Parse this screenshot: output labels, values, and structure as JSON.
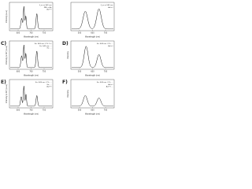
{
  "panels": [
    {
      "id": "A",
      "panel_label": "",
      "xlabel": "Wavelength (nm)",
      "ylabel": "Intensity (a.u.)",
      "xticks": [
        "600",
        "700",
        "750"
      ],
      "legend": [
        "λ_ex = 543 nm",
        "PBS + Au",
        "Au(+)"
      ],
      "xlim": [
        540,
        760
      ],
      "peaks": [
        {
          "center": 600,
          "height": 0.45,
          "width": 4
        },
        {
          "center": 612,
          "height": 0.95,
          "width": 3
        },
        {
          "center": 622,
          "height": 0.55,
          "width": 3
        },
        {
          "center": 680,
          "height": 0.65,
          "width": 4
        }
      ]
    },
    {
      "id": "B",
      "panel_label": "",
      "xlabel": "Wavelength (nm)",
      "ylabel": "",
      "xticks": [
        "500",
        "600",
        "700"
      ],
      "legend": [
        "λ_ex = 543 nm",
        "Au(+)"
      ],
      "xlim": [
        470,
        730
      ],
      "peaks": [
        {
          "center": 555,
          "height": 0.75,
          "width": 14
        },
        {
          "center": 640,
          "height": 0.85,
          "width": 14
        }
      ]
    },
    {
      "id": "C",
      "panel_label": "C)",
      "xlabel": "Wavelength (nm)",
      "ylabel": "Intensity (x 10⁴) (a.u.)",
      "xticks": [
        "600",
        "700",
        "750"
      ],
      "legend": [
        "Ex: 543 nm, 3 %, 5 s",
        "Ex: 543 nm, ...",
        "Ex: ..."
      ],
      "xlim": [
        540,
        760
      ],
      "peaks": [
        {
          "center": 600,
          "height": 0.5,
          "width": 4
        },
        {
          "center": 612,
          "height": 0.95,
          "width": 3
        },
        {
          "center": 622,
          "height": 0.6,
          "width": 3
        },
        {
          "center": 680,
          "height": 0.7,
          "width": 4
        }
      ]
    },
    {
      "id": "D",
      "panel_label": "D)",
      "xlabel": "Wavelength (nm)",
      "ylabel": "Intensity",
      "xticks": [
        "500",
        "600",
        "700"
      ],
      "legend": [
        "Ex: 543 nm, 3 %, ...",
        "Au(+)"
      ],
      "xlim": [
        470,
        730
      ],
      "peaks": [
        {
          "center": 560,
          "height": 0.9,
          "width": 12
        },
        {
          "center": 640,
          "height": 0.55,
          "width": 12
        }
      ]
    },
    {
      "id": "E",
      "panel_label": "E)",
      "xlabel": "Wavelength (nm)",
      "ylabel": "Intensity (x 10⁴) (a.u.)",
      "xticks": [
        "600",
        "700",
        "750"
      ],
      "legend": [
        "Ex: 543 nm, 3 %, ...",
        "Ex: ...",
        "Au(+)"
      ],
      "xlim": [
        540,
        760
      ],
      "peaks": [
        {
          "center": 598,
          "height": 0.4,
          "width": 4
        },
        {
          "center": 612,
          "height": 0.85,
          "width": 3
        },
        {
          "center": 623,
          "height": 0.5,
          "width": 3
        },
        {
          "center": 680,
          "height": 0.45,
          "width": 4
        }
      ]
    },
    {
      "id": "F",
      "panel_label": "F)",
      "xlabel": "Wavelength (nm)",
      "ylabel": "Intensity",
      "xticks": [
        "500",
        "600",
        "700"
      ],
      "legend": [
        "Ex: 543 nm, 3 %, ...",
        "Au(+)",
        "Au(+) ..."
      ],
      "xlim": [
        470,
        730
      ],
      "peaks": [
        {
          "center": 555,
          "height": 0.45,
          "width": 12
        },
        {
          "center": 640,
          "height": 0.35,
          "width": 12
        }
      ]
    }
  ]
}
